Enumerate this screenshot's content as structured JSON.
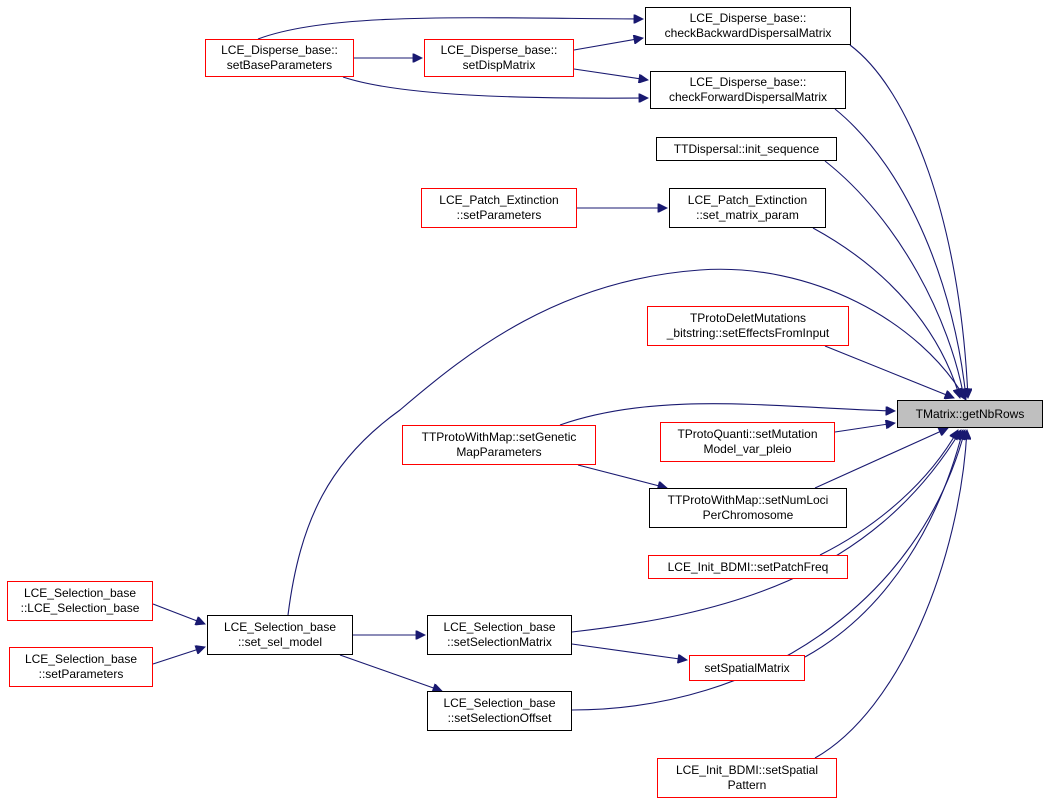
{
  "colors": {
    "edge": "#191970",
    "link_border": "#ff0000",
    "plain_border": "#000000",
    "focus_fill": "#bfbfbf"
  },
  "nodes": {
    "getNbRows": {
      "lines": [
        "TMatrix::getNbRows"
      ]
    },
    "checkBackward": {
      "lines": [
        "LCE_Disperse_base::",
        "checkBackwardDispersalMatrix"
      ]
    },
    "checkForward": {
      "lines": [
        "LCE_Disperse_base::",
        "checkForwardDispersalMatrix"
      ]
    },
    "setBaseParameters": {
      "lines": [
        "LCE_Disperse_base::",
        "setBaseParameters"
      ]
    },
    "setDispMatrix": {
      "lines": [
        "LCE_Disperse_base::",
        "setDispMatrix"
      ]
    },
    "initSequence": {
      "lines": [
        "TTDispersal::init_sequence"
      ]
    },
    "patchExtSetParameters": {
      "lines": [
        "LCE_Patch_Extinction",
        "::setParameters"
      ]
    },
    "patchExtSetMatrixParam": {
      "lines": [
        "LCE_Patch_Extinction",
        "::set_matrix_param"
      ]
    },
    "setEffectsFromInput": {
      "lines": [
        "TProtoDeletMutations",
        "_bitstring::setEffectsFromInput"
      ]
    },
    "setGeneticMapParameters": {
      "lines": [
        "TTProtoWithMap::setGenetic",
        "MapParameters"
      ]
    },
    "setMutationModelVarPleio": {
      "lines": [
        "TProtoQuanti::setMutation",
        "Model_var_pleio"
      ]
    },
    "setNumLociPerChromosome": {
      "lines": [
        "TTProtoWithMap::setNumLoci",
        "PerChromosome"
      ]
    },
    "setPatchFreq": {
      "lines": [
        "LCE_Init_BDMI::setPatchFreq"
      ]
    },
    "selCtor": {
      "lines": [
        "LCE_Selection_base",
        "::LCE_Selection_base"
      ]
    },
    "selSetParameters": {
      "lines": [
        "LCE_Selection_base",
        "::setParameters"
      ]
    },
    "setSelModel": {
      "lines": [
        "LCE_Selection_base",
        "::set_sel_model"
      ]
    },
    "setSelectionMatrix": {
      "lines": [
        "LCE_Selection_base",
        "::setSelectionMatrix"
      ]
    },
    "setSpatialMatrix": {
      "lines": [
        "setSpatialMatrix"
      ]
    },
    "setSelectionOffset": {
      "lines": [
        "LCE_Selection_base",
        "::setSelectionOffset"
      ]
    },
    "setSpatialPattern": {
      "lines": [
        "LCE_Init_BDMI::setSpatial",
        "Pattern"
      ]
    }
  },
  "edges": [
    [
      "setBaseParameters",
      "checkBackward"
    ],
    [
      "setBaseParameters",
      "setDispMatrix"
    ],
    [
      "setBaseParameters",
      "checkForward"
    ],
    [
      "setDispMatrix",
      "checkBackward"
    ],
    [
      "setDispMatrix",
      "checkForward"
    ],
    [
      "patchExtSetParameters",
      "patchExtSetMatrixParam"
    ],
    [
      "setGeneticMapParameters",
      "setNumLociPerChromosome"
    ],
    [
      "setGeneticMapParameters",
      "getNbRows"
    ],
    [
      "selCtor",
      "setSelModel"
    ],
    [
      "selSetParameters",
      "setSelModel"
    ],
    [
      "setSelModel",
      "setSelectionMatrix"
    ],
    [
      "setSelModel",
      "setSelectionOffset"
    ],
    [
      "setSelModel",
      "getNbRows"
    ],
    [
      "setSelectionMatrix",
      "setSpatialMatrix"
    ],
    [
      "checkBackward",
      "getNbRows"
    ],
    [
      "checkForward",
      "getNbRows"
    ],
    [
      "initSequence",
      "getNbRows"
    ],
    [
      "patchExtSetMatrixParam",
      "getNbRows"
    ],
    [
      "setEffectsFromInput",
      "getNbRows"
    ],
    [
      "setMutationModelVarPleio",
      "getNbRows"
    ],
    [
      "setNumLociPerChromosome",
      "getNbRows"
    ],
    [
      "setPatchFreq",
      "getNbRows"
    ],
    [
      "setSelectionMatrix",
      "getNbRows"
    ],
    [
      "setSpatialMatrix",
      "getNbRows"
    ],
    [
      "setSelectionOffset",
      "getNbRows"
    ],
    [
      "setSpatialPattern",
      "getNbRows"
    ]
  ]
}
